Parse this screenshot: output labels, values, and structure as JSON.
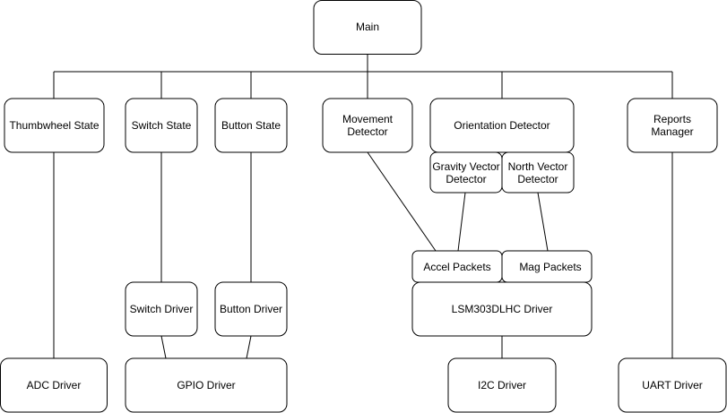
{
  "nodes": {
    "main": "Main",
    "thumbwheel_state": "Thumbwheel State",
    "switch_state": "Switch State",
    "button_state": "Button State",
    "movement_detector": [
      "Movement",
      "Detector"
    ],
    "orientation_detector": "Orientation Detector",
    "reports_manager": [
      "Reports",
      "Manager"
    ],
    "gravity_vector_detector": [
      "Gravity Vector",
      "Detector"
    ],
    "north_vector_detector": [
      "North Vector",
      "Detector"
    ],
    "accel_packets": "Accel Packets",
    "mag_packets": "Mag Packets",
    "switch_driver": "Switch Driver",
    "button_driver": "Button Driver",
    "lsm303dlhc_driver": "LSM303DLHC Driver",
    "adc_driver": "ADC Driver",
    "gpio_driver": "GPIO Driver",
    "i2c_driver": "I2C Driver",
    "uart_driver": "UART Driver"
  }
}
